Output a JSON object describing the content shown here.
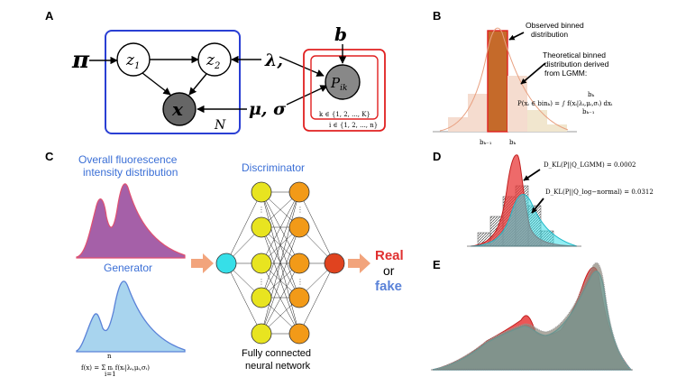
{
  "panels": {
    "a": "A",
    "b": "B",
    "c": "C",
    "d": "D",
    "e": "E"
  },
  "panel_a": {
    "pi": "π",
    "z1": "z",
    "z1_sub": "1",
    "z2": "z",
    "z2_sub": "2",
    "x": "x",
    "N": "N",
    "b": "b",
    "lambda": "λ,",
    "mu_sigma": "μ, σ",
    "P": "P",
    "P_sub": "ik",
    "k_range": "k ∈ {1, 2, ..., K}",
    "i_range": "i ∈ {1, 2, ..., n}"
  },
  "panel_b": {
    "observed": [
      "Observed binned",
      "distribution"
    ],
    "theoretical": [
      "Theoretical binned",
      "distribution derived",
      "from LGMM:"
    ],
    "formula": "P(xᵢ ∈ binₖ) = ∫ f(xᵢ|λᵢ,μᵢ,σᵢ) dxᵢ",
    "int_upper": "bₖ",
    "int_lower": "bₖ₋₁",
    "tick_left": "bₖ₋₁",
    "tick_right": "bₖ"
  },
  "panel_c": {
    "overall": [
      "Overall fluorescence",
      "intensity distribution"
    ],
    "generator": "Generator",
    "discriminator": "Discriminator",
    "real": "Real",
    "or": "or",
    "fake": "fake",
    "network": [
      "Fully connected",
      "neural network"
    ],
    "formula": "f(x) = Σ πᵢ f(xᵢ|λᵢ,μᵢ,σᵢ)",
    "sum_upper": "n",
    "sum_lower": "i=1"
  },
  "panel_d": {
    "kl_lgmm": "D_KL(P||Q_LGMM) = 0.0002",
    "kl_lognormal": "D_KL(P||Q_log−normal) = 0.0312"
  },
  "colors": {
    "blue_box": "#2a3fd4",
    "red_box": "#e02020",
    "purple": "#a560a8",
    "light_blue": "#a8d4ee",
    "yellow": "#e8e420",
    "orange": "#f29a18",
    "cyan": "#36dfe8",
    "red_out": "#e0431f",
    "brown": "#c56a2a"
  }
}
